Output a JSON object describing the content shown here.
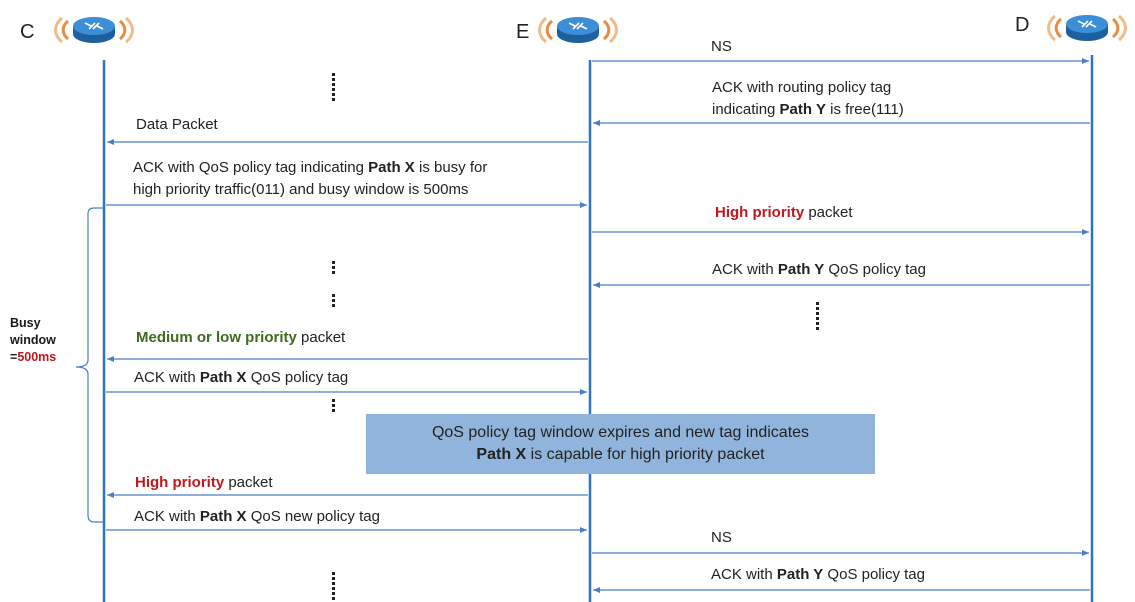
{
  "nodes": [
    {
      "id": "C",
      "label": "C"
    },
    {
      "id": "E",
      "label": "E"
    },
    {
      "id": "D",
      "label": "D"
    }
  ],
  "messages": {
    "ns_top": "NS",
    "ack_routing_1": "ACK with routing policy tag",
    "ack_routing_2a": "indicating ",
    "ack_routing_2b": "Path Y",
    "ack_routing_2c": " is free(111)",
    "data_packet": "Data Packet",
    "ack_qos_1a": "ACK with QoS policy tag indicating ",
    "ack_qos_1b": "Path X",
    "ack_qos_1c": " is busy for",
    "ack_qos_2": "high priority traffic(011) and busy window is 500ms",
    "high_pkt_1a": "High priority",
    "high_pkt_1b": " packet",
    "ack_y_1a": "ACK with ",
    "ack_y_1b": "Path Y",
    "ack_y_1c": " QoS policy tag",
    "medium_pkt_a": "Medium or low priority",
    "medium_pkt_b": " packet",
    "ack_x_1a": "ACK with ",
    "ack_x_1b": "Path X",
    "ack_x_1c": " QoS policy tag",
    "high_pkt_2a": "High priority",
    "high_pkt_2b": " packet",
    "ack_x_new_a": "ACK with ",
    "ack_x_new_b": "Path X",
    "ack_x_new_c": " QoS new policy tag",
    "ns_bottom": "NS",
    "ack_y_2a": "ACK with ",
    "ack_y_2b": "Path Y",
    "ack_y_2c": " QoS policy tag"
  },
  "note": {
    "line1": "QoS policy tag window expires and new tag indicates",
    "line2a": "Path X",
    "line2b": " is capable for high priority packet"
  },
  "busy_window": {
    "line1": "Busy",
    "line2": "window",
    "line3a": "=",
    "line3b": "500ms"
  },
  "colors": {
    "lifeline": "#2f74c4",
    "arrow": "#4a7ec9",
    "note_bg": "#91b4dc",
    "red": "#c0181f",
    "green": "#3e6b1f"
  }
}
